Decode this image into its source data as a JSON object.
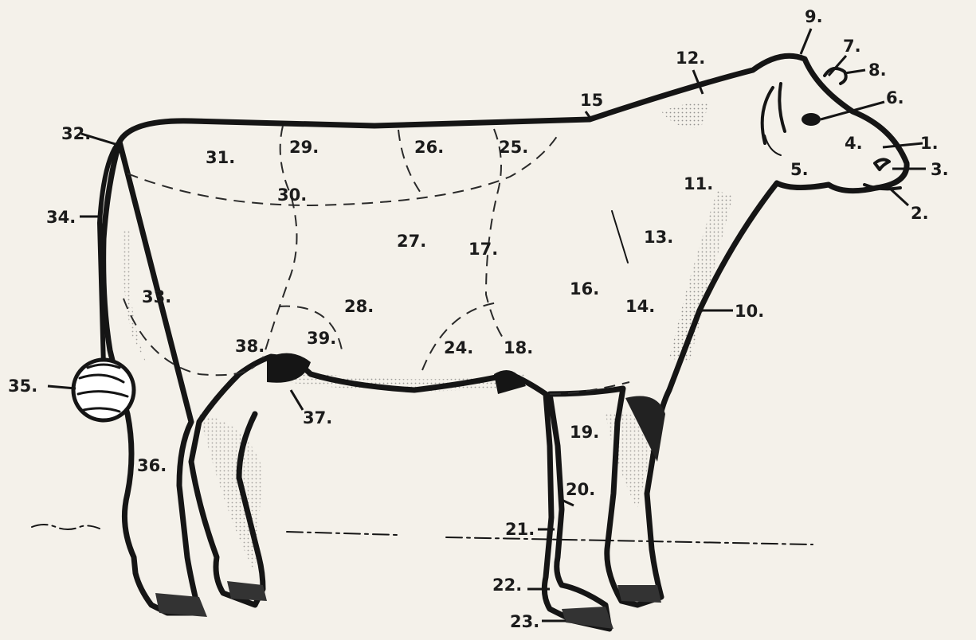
{
  "diagram": {
    "labels": [
      "1.",
      "2.",
      "3.",
      "4.",
      "5.",
      "6.",
      "7.",
      "8.",
      "9.",
      "10.",
      "11.",
      "12.",
      "13.",
      "14.",
      "15",
      "16.",
      "17.",
      "18.",
      "19.",
      "20.",
      "21.",
      "22.",
      "23.",
      "24.",
      "25.",
      "26.",
      "27.",
      "28.",
      "29.",
      "30.",
      "31.",
      "32.",
      "33.",
      "34.",
      "35.",
      "36.",
      "37.",
      "38.",
      "39."
    ]
  }
}
